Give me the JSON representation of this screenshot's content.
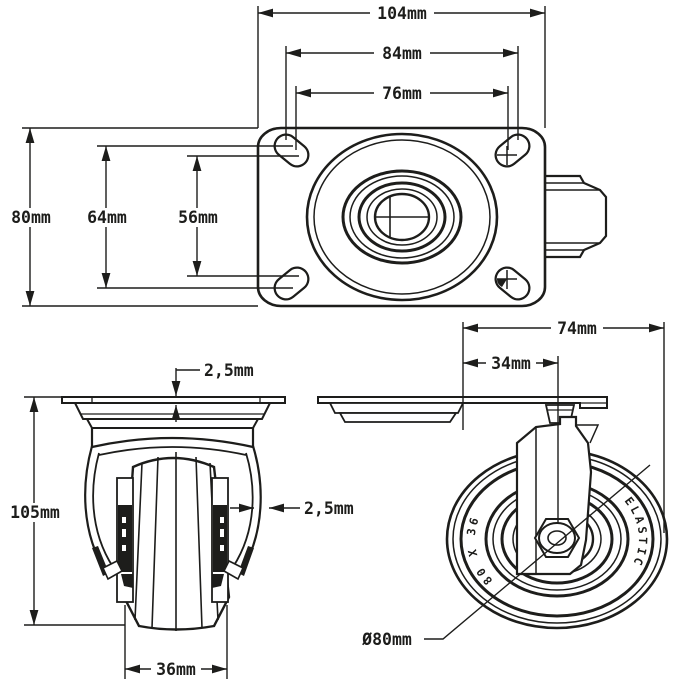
{
  "colors": {
    "line": "#1d1d1b",
    "background": "#ffffff"
  },
  "dimensions": {
    "top_view": {
      "overall_width": "104mm",
      "hole_spacing_outer": "84mm",
      "hole_spacing_inner": "76mm",
      "overall_depth": "80mm",
      "hole_spacing_outer_vertical": "64mm",
      "hole_spacing_inner_vertical": "56mm"
    },
    "front_view": {
      "plate_thickness": "2,5mm",
      "overall_height": "105mm",
      "fork_thickness": "2,5mm",
      "wheel_width": "36mm"
    },
    "side_view": {
      "overall_length": "74mm",
      "axle_offset": "34mm",
      "wheel_diameter": "Ø80mm"
    }
  },
  "wheel_markings": {
    "size": "80 X 36",
    "material": "ELASTIC"
  }
}
